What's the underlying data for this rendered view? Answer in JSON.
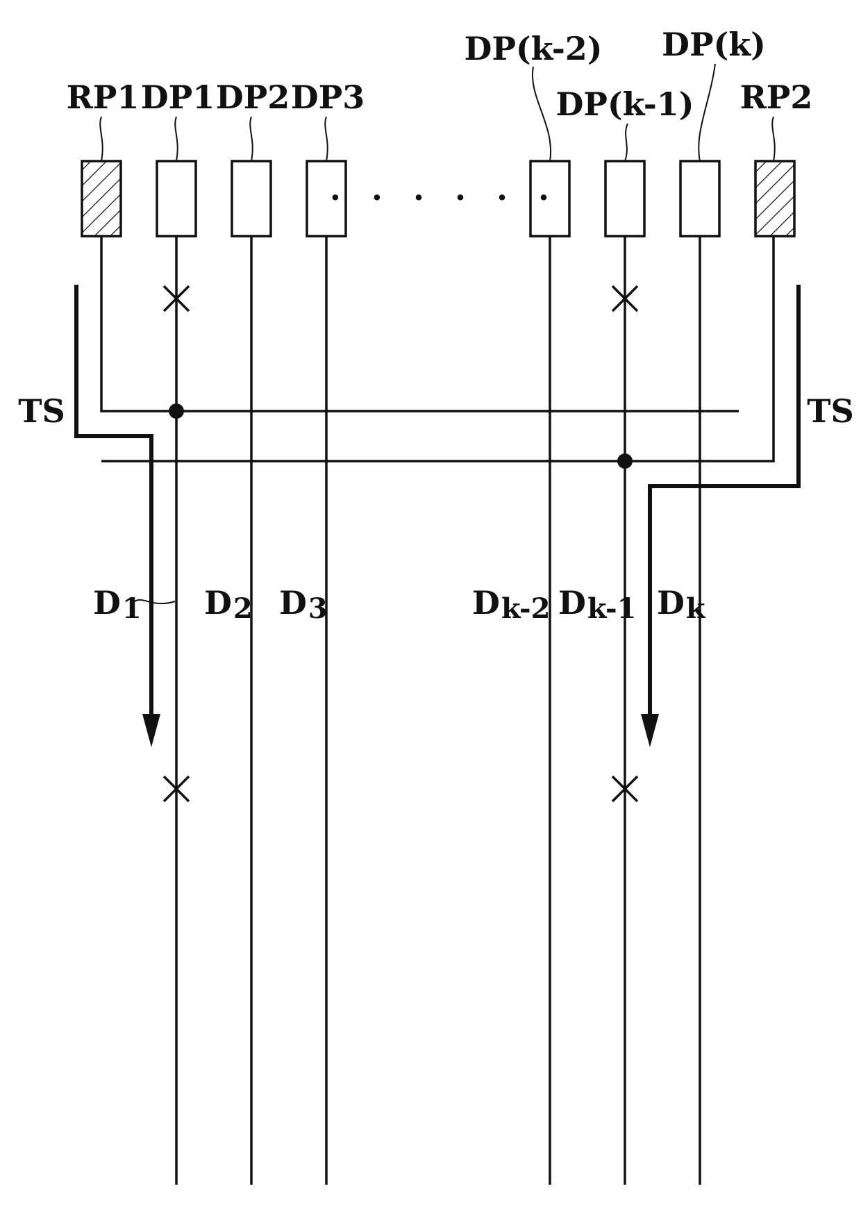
{
  "pads": {
    "rp1": "RP1",
    "dp1": "DP1",
    "dp2": "DP2",
    "dp3": "DP3",
    "dpk2": "DP(k-2)",
    "dpk1": "DP(k-1)",
    "dpk": "DP(k)",
    "rp2": "RP2"
  },
  "ellipsis": ". . . . . .",
  "signal": {
    "left": "TS",
    "right": "TS"
  },
  "lines": {
    "d1": {
      "main": "D",
      "sub": "1"
    },
    "d2": {
      "main": "D",
      "sub": "2"
    },
    "d3": {
      "main": "D",
      "sub": "3"
    },
    "dk2": {
      "main": "D",
      "sub": "k-2"
    },
    "dk1": {
      "main": "D",
      "sub": "k-1"
    },
    "dk": {
      "main": "D",
      "sub": "k"
    }
  },
  "colors": {
    "ink": "#111111",
    "background": "#ffffff"
  }
}
